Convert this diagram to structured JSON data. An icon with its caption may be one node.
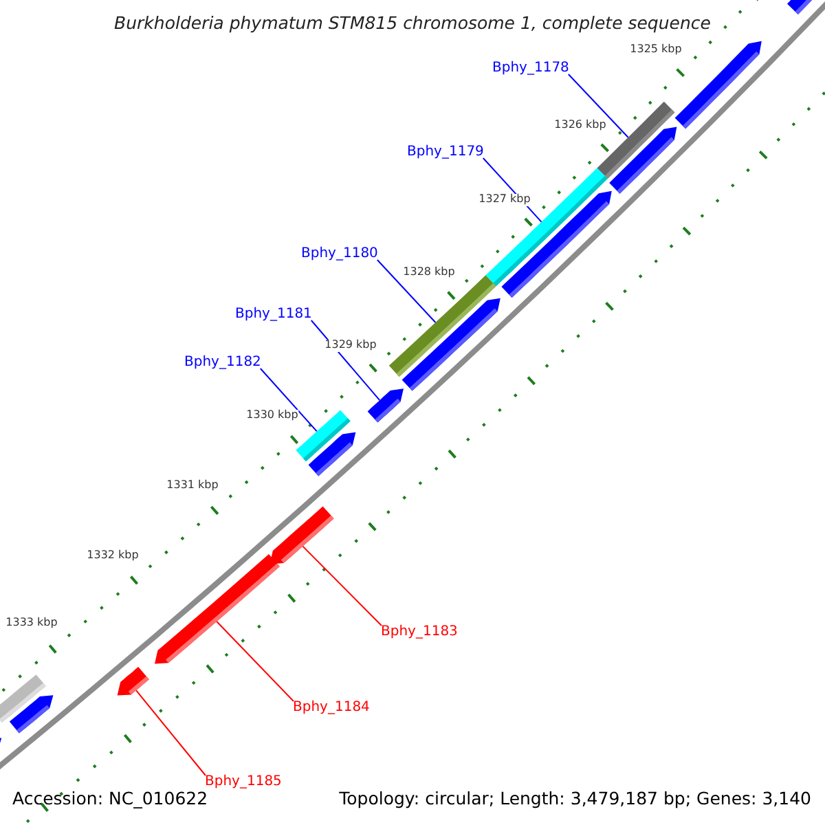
{
  "diagram": {
    "title": "Burkholderia phymatum STM815 chromosome 1, complete sequence",
    "nodes": [
      {
        "text": [
          "Bphy_1178"
        ]
      },
      {
        "text": [],
        "shape": "bar"
      },
      {
        "text": [
          "Bphy_1179"
        ]
      },
      {
        "text": [],
        "shape": "bar"
      },
      {
        "text": [
          "Bphy_1180"
        ]
      },
      {
        "text": [],
        "shape": "bar"
      },
      {
        "text": [
          "Bphy_1181"
        ]
      },
      {
        "text": [],
        "shape": "arrow"
      },
      {
        "text": [
          "Bphy_1182"
        ]
      },
      {
        "text": [],
        "shape": "bar"
      },
      {
        "text": [
          "Bphy_1183"
        ]
      },
      {
        "text": [],
        "shape": "arrow"
      },
      {
        "text": [
          "Bphy_1184"
        ]
      },
      {
        "text": [],
        "shape": "arrow"
      },
      {
        "text": [
          "Bphy_1185"
        ]
      },
      {
        "text": [],
        "shape": "arrow"
      },
      {
        "text": [],
        "shape": "arrow"
      },
      {
        "text": [],
        "shape": "arrow"
      },
      {
        "text": [],
        "shape": "arrow"
      },
      {
        "text": [],
        "shape": "arrow"
      },
      {
        "text": [],
        "shape": "arrow"
      },
      {
        "text": [],
        "shape": "arrow"
      },
      {
        "text": [],
        "shape": "bar"
      },
      {
        "text": [],
        "shape": "arrow"
      },
      {
        "text": [],
        "shape": "arrow"
      }
    ],
    "edges": [
      {
        "from": 0,
        "to": 1,
        "arrow": "none"
      },
      {
        "from": 2,
        "to": 3,
        "arrow": "none"
      },
      {
        "from": 4,
        "to": 5,
        "arrow": "none"
      },
      {
        "from": 6,
        "to": 7,
        "arrow": "none"
      },
      {
        "from": 8,
        "to": 9,
        "arrow": "none"
      },
      {
        "from": 10,
        "to": 11,
        "arrow": "none",
        "color": "#ff0000"
      },
      {
        "from": 12,
        "to": 13,
        "arrow": "none",
        "color": "#ff0000"
      },
      {
        "from": 14,
        "to": 15,
        "arrow": "none",
        "color": "#ff0000"
      }
    ],
    "labels": [
      "1325 kbp",
      "1326 kbp",
      "1327 kbp",
      "1328 kbp",
      "1329 kbp",
      "1330 kbp",
      "1331 kbp",
      "1332 kbp",
      "1333 kbp",
      "Accession: NC_010622",
      "Topology: circular; Length: 3,479,187 bp; Genes: 3,140"
    ]
  }
}
